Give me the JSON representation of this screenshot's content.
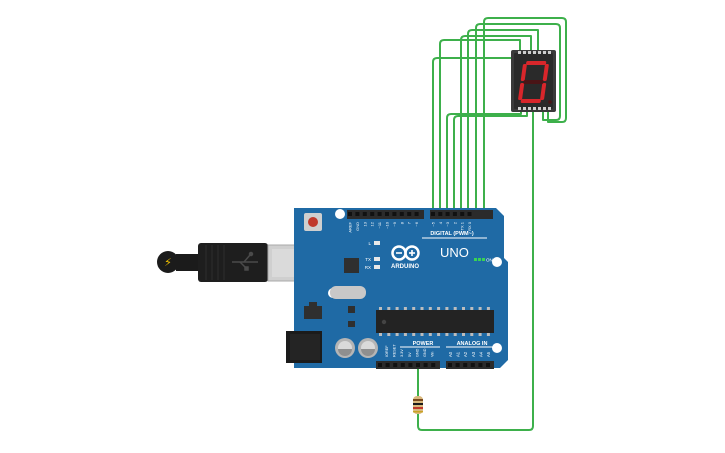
{
  "board": {
    "brand": "ARDUINO",
    "model": "UNO",
    "digital_header": "DIGITAL (PWM~)",
    "power_header": "POWER",
    "analog_header": "ANALOG IN",
    "on_label": "ON",
    "led_l": "L",
    "led_tx": "TX",
    "led_rx": "RX",
    "reset_label": "RESET",
    "digital_pins": [
      "AREF",
      "GND",
      "13",
      "12",
      "~11",
      "~10",
      "~9",
      "8",
      "7",
      "~6",
      "~5",
      "4",
      "~3",
      "2",
      "TX 1",
      "RX 0"
    ],
    "power_pins": [
      "IOREF",
      "RESET",
      "3.3V",
      "5V",
      "GND",
      "GND",
      "Vin"
    ],
    "analog_pins": [
      "A0",
      "A1",
      "A2",
      "A3",
      "A4",
      "A5"
    ]
  },
  "display": {
    "digit": "0",
    "segment_on_color": "#d8262b",
    "segment_off_color": "#4a1416"
  },
  "colors": {
    "board": "#1f6aa5",
    "wire": "#3db04b",
    "header": "#2b2b2b"
  },
  "components": {
    "usb_icon": "usb-plug-icon",
    "resistor_icon": "resistor-icon"
  }
}
